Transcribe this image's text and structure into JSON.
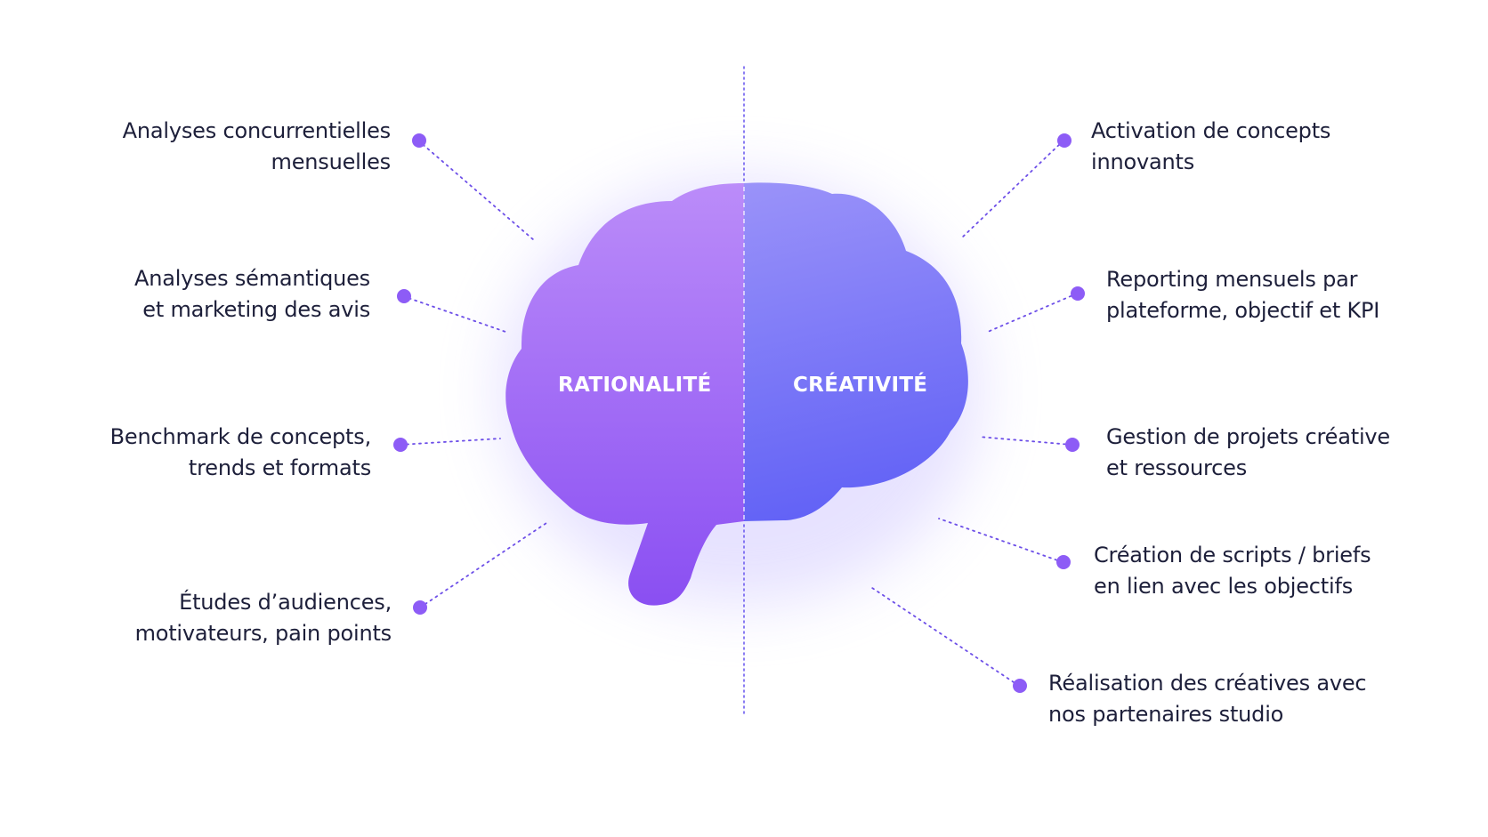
{
  "center": {
    "left_hemisphere": "RATIONALITÉ",
    "right_hemisphere": "CRÉATIVITÉ"
  },
  "colors": {
    "left_top": "#bb8cf9",
    "left_bottom": "#8a4ff2",
    "right_top": "#a39afa",
    "right_bottom": "#5b5cf5",
    "dot": "#8d5cf6",
    "leader": "#6d4fe8",
    "divider": "#6d5cf0",
    "text": "#1d1f3a"
  },
  "left_items": [
    {
      "line1": "Analyses concurrentielles",
      "line2": "mensuelles"
    },
    {
      "line1": "Analyses sémantiques",
      "line2": "et marketing des avis"
    },
    {
      "line1": "Benchmark de concepts,",
      "line2": "trends et formats"
    },
    {
      "line1": "Études d’audiences,",
      "line2": "motivateurs, pain points"
    }
  ],
  "right_items": [
    {
      "line1": "Activation de concepts",
      "line2": "innovants"
    },
    {
      "line1": "Reporting mensuels par",
      "line2": "plateforme, objectif et KPI"
    },
    {
      "line1": "Gestion de projets créative",
      "line2": "et ressources"
    },
    {
      "line1": "Création de scripts / briefs",
      "line2": "en lien avec les objectifs"
    },
    {
      "line1": "Réalisation des créatives avec",
      "line2": "nos partenaires studio"
    }
  ]
}
